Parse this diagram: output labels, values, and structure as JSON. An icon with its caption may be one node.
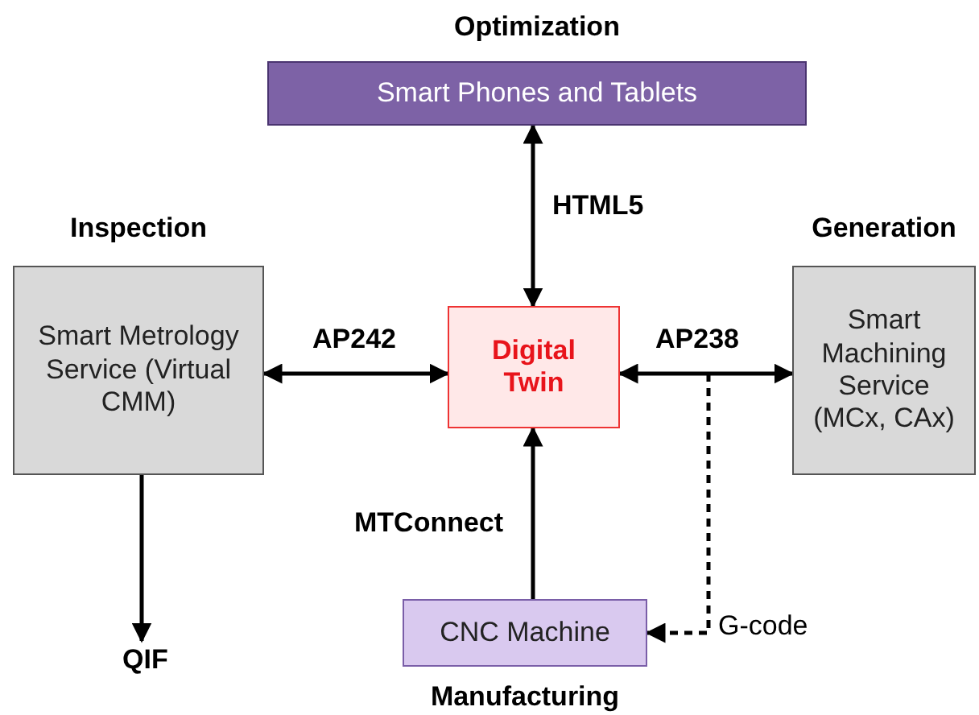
{
  "diagram": {
    "nodes": [
      {
        "text": [
          "Optimization",
          "Smart Phones and Tablets"
        ]
      },
      {
        "text": [
          "Inspection",
          "Smart Metrology Service (Virtual CMM)"
        ]
      },
      {
        "text": [
          "Digital Twin"
        ]
      },
      {
        "text": [
          "Generation",
          "Smart Machining Service (MCx, CAx)"
        ]
      },
      {
        "text": [
          "QIF"
        ]
      },
      {
        "text": [
          "CNC Machine",
          "Manufacturing"
        ]
      }
    ],
    "edges": [
      {
        "from": 0,
        "to": 2,
        "arrow": "both",
        "label": "HTML5"
      },
      {
        "from": 1,
        "to": 2,
        "arrow": "both",
        "label": "AP242"
      },
      {
        "from": 2,
        "to": 3,
        "arrow": "both",
        "label": "AP238"
      },
      {
        "from": 1,
        "to": 4,
        "arrow": "to"
      },
      {
        "from": 5,
        "to": 2,
        "arrow": "to",
        "label": "MTConnect"
      },
      {
        "from": null,
        "to": 5,
        "arrow": "to",
        "style": "dashed",
        "label": "G-code"
      }
    ]
  }
}
